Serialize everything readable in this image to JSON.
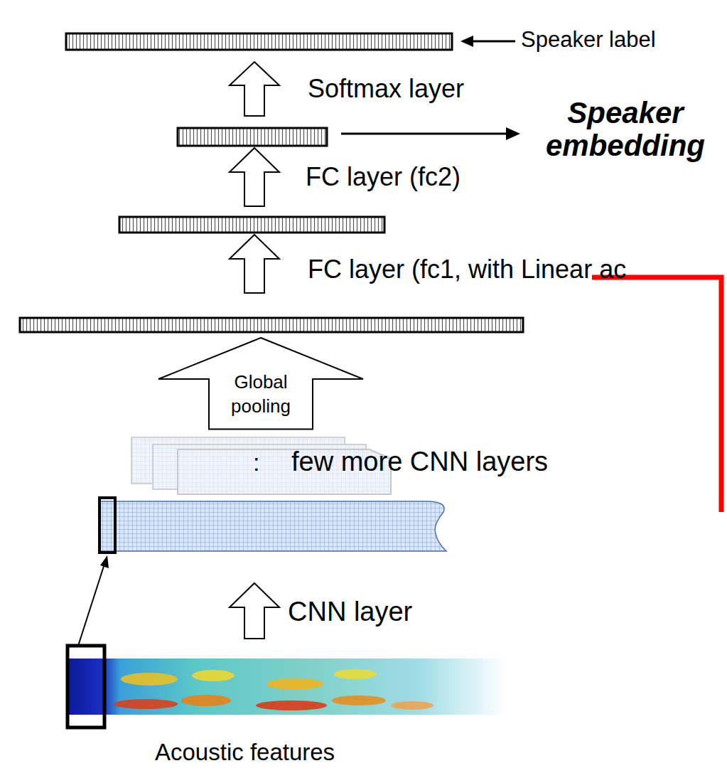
{
  "diagram": {
    "nodes": [
      {
        "text": [
          "Global pooling"
        ]
      }
    ],
    "labels": [
      "Speaker label",
      "Softmax layer",
      "Speaker embedding",
      "FC layer (fc2)",
      "FC layer (fc1, with Linear ac",
      ":",
      "few more CNN layers",
      "CNN layer",
      "Acoustic features"
    ]
  }
}
